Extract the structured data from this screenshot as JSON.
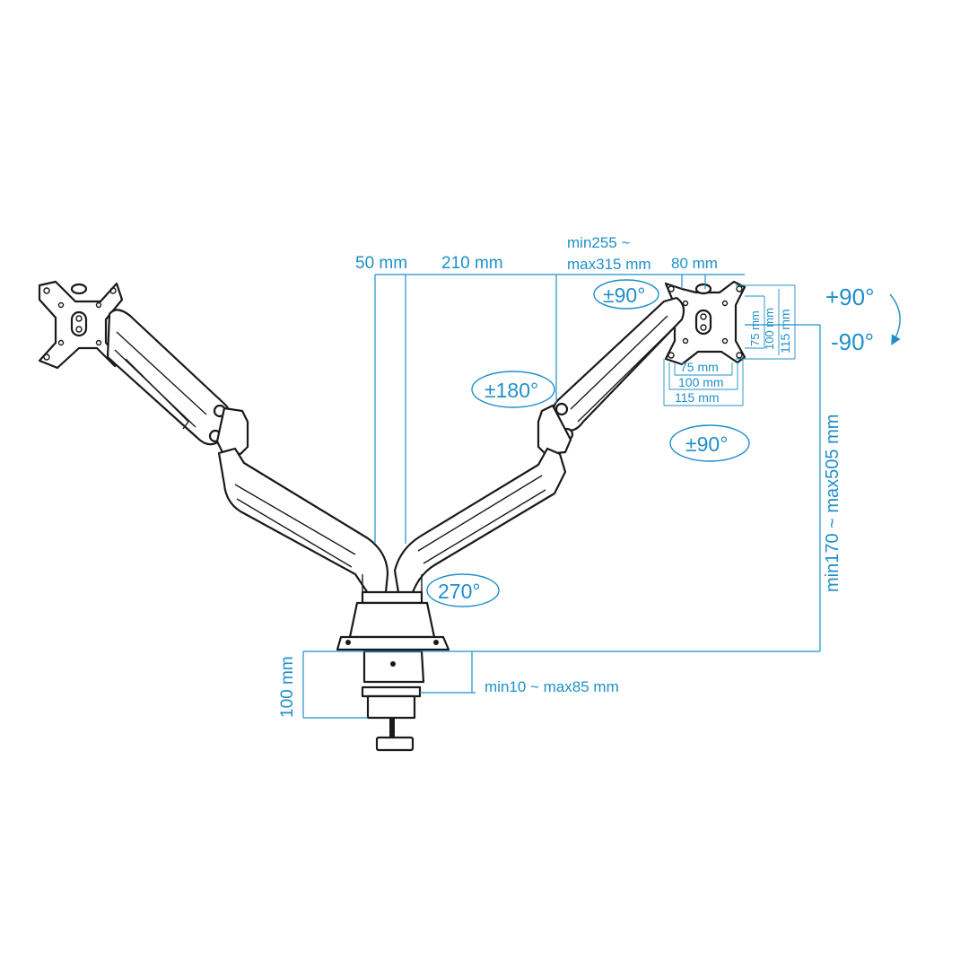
{
  "colors": {
    "dimension": "#1f8fc9",
    "line_art": "#1a1a1a",
    "background": "#ffffff"
  },
  "labels": {
    "spacing_50": "50 mm",
    "spacing_210": "210 mm",
    "arm_reach_line1": "min255 ~",
    "arm_reach_line2": "max315 mm",
    "offset_80": "80 mm",
    "tilt_plus": "+90°",
    "tilt_minus": "-90°",
    "swivel_head": "±90°",
    "rotate_180": "±180°",
    "swivel_lower": "±90°",
    "rotate_270": "270°",
    "vesa_v_75": "75 mm",
    "vesa_v_100": "100 mm",
    "vesa_v_115": "115 mm",
    "vesa_h_75": "75 mm",
    "vesa_h_100": "100 mm",
    "vesa_h_115": "115 mm",
    "height_range": "min170 ~ max505 mm",
    "clamp_height": "100 mm",
    "desk_thickness": "min10 ~ max85 mm"
  },
  "icons": [
    "vesa-plate-left-icon",
    "vesa-plate-right-icon",
    "rotation-arrow-icon",
    "desk-clamp-icon"
  ]
}
